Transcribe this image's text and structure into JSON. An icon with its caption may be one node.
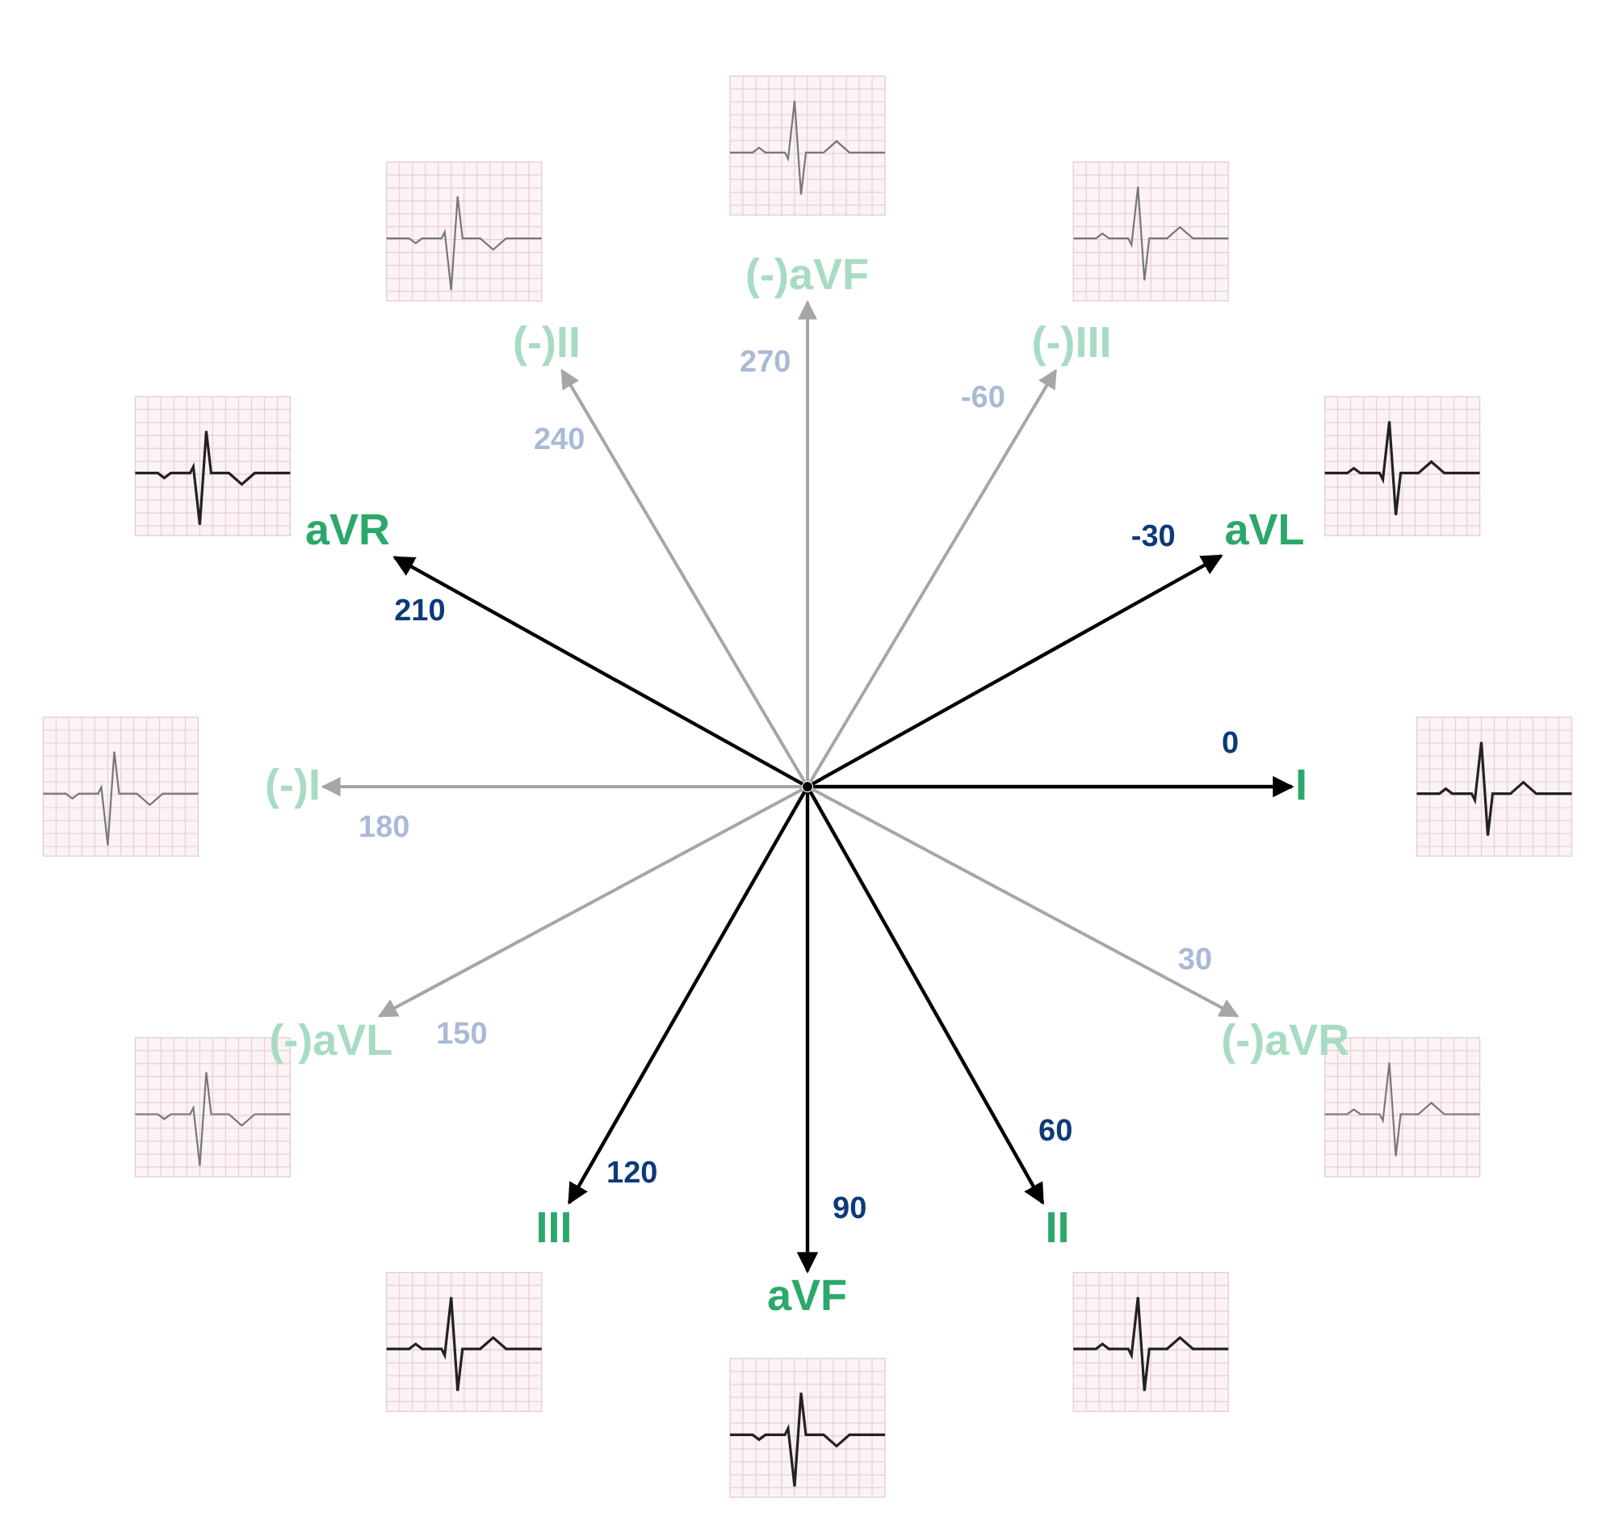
{
  "diagram": {
    "nodes": [
      {
        "text": [],
        "shape": "circle"
      },
      {
        "text": [
          "(-)II"
        ],
        "beside": [
          "240"
        ]
      },
      {
        "text": [
          "(-)aVF"
        ],
        "beside": [
          "270"
        ]
      },
      {
        "text": [
          "(-)III"
        ],
        "beside": [
          "-60"
        ]
      },
      {
        "text": [
          "aVR"
        ],
        "beside": [
          "210"
        ]
      },
      {
        "text": [
          "aVL"
        ],
        "beside": [
          "-30"
        ]
      },
      {
        "text": [
          "(-)I"
        ],
        "beside": [
          "180"
        ]
      },
      {
        "text": [
          "I"
        ],
        "beside": [
          "0"
        ]
      },
      {
        "text": [
          "(-)aVL"
        ],
        "beside": [
          "150"
        ]
      },
      {
        "text": [
          "(-)aVR"
        ],
        "beside": [
          "30"
        ]
      },
      {
        "text": [
          "III"
        ],
        "beside": [
          "120"
        ]
      },
      {
        "text": [
          "aVF"
        ],
        "beside": [
          "90"
        ]
      },
      {
        "text": [
          "II"
        ],
        "beside": [
          "60"
        ]
      }
    ],
    "edges": [
      {
        "from": 0,
        "to": 1,
        "arrow": "to",
        "color": "#a6a6a6"
      },
      {
        "from": 0,
        "to": 2,
        "arrow": "to",
        "color": "#a6a6a6"
      },
      {
        "from": 0,
        "to": 3,
        "arrow": "to",
        "color": "#a6a6a6"
      },
      {
        "from": 0,
        "to": 4,
        "arrow": "to",
        "color": "#000000"
      },
      {
        "from": 0,
        "to": 5,
        "arrow": "to",
        "color": "#000000"
      },
      {
        "from": 0,
        "to": 6,
        "arrow": "to",
        "color": "#a6a6a6"
      },
      {
        "from": 0,
        "to": 7,
        "arrow": "to",
        "color": "#000000"
      },
      {
        "from": 0,
        "to": 8,
        "arrow": "to",
        "color": "#a6a6a6"
      },
      {
        "from": 0,
        "to": 9,
        "arrow": "to",
        "color": "#a6a6a6"
      },
      {
        "from": 0,
        "to": 10,
        "arrow": "to",
        "color": "#000000"
      },
      {
        "from": 0,
        "to": 11,
        "arrow": "to",
        "color": "#000000"
      },
      {
        "from": 0,
        "to": 12,
        "arrow": "to",
        "color": "#000000"
      }
    ]
  }
}
